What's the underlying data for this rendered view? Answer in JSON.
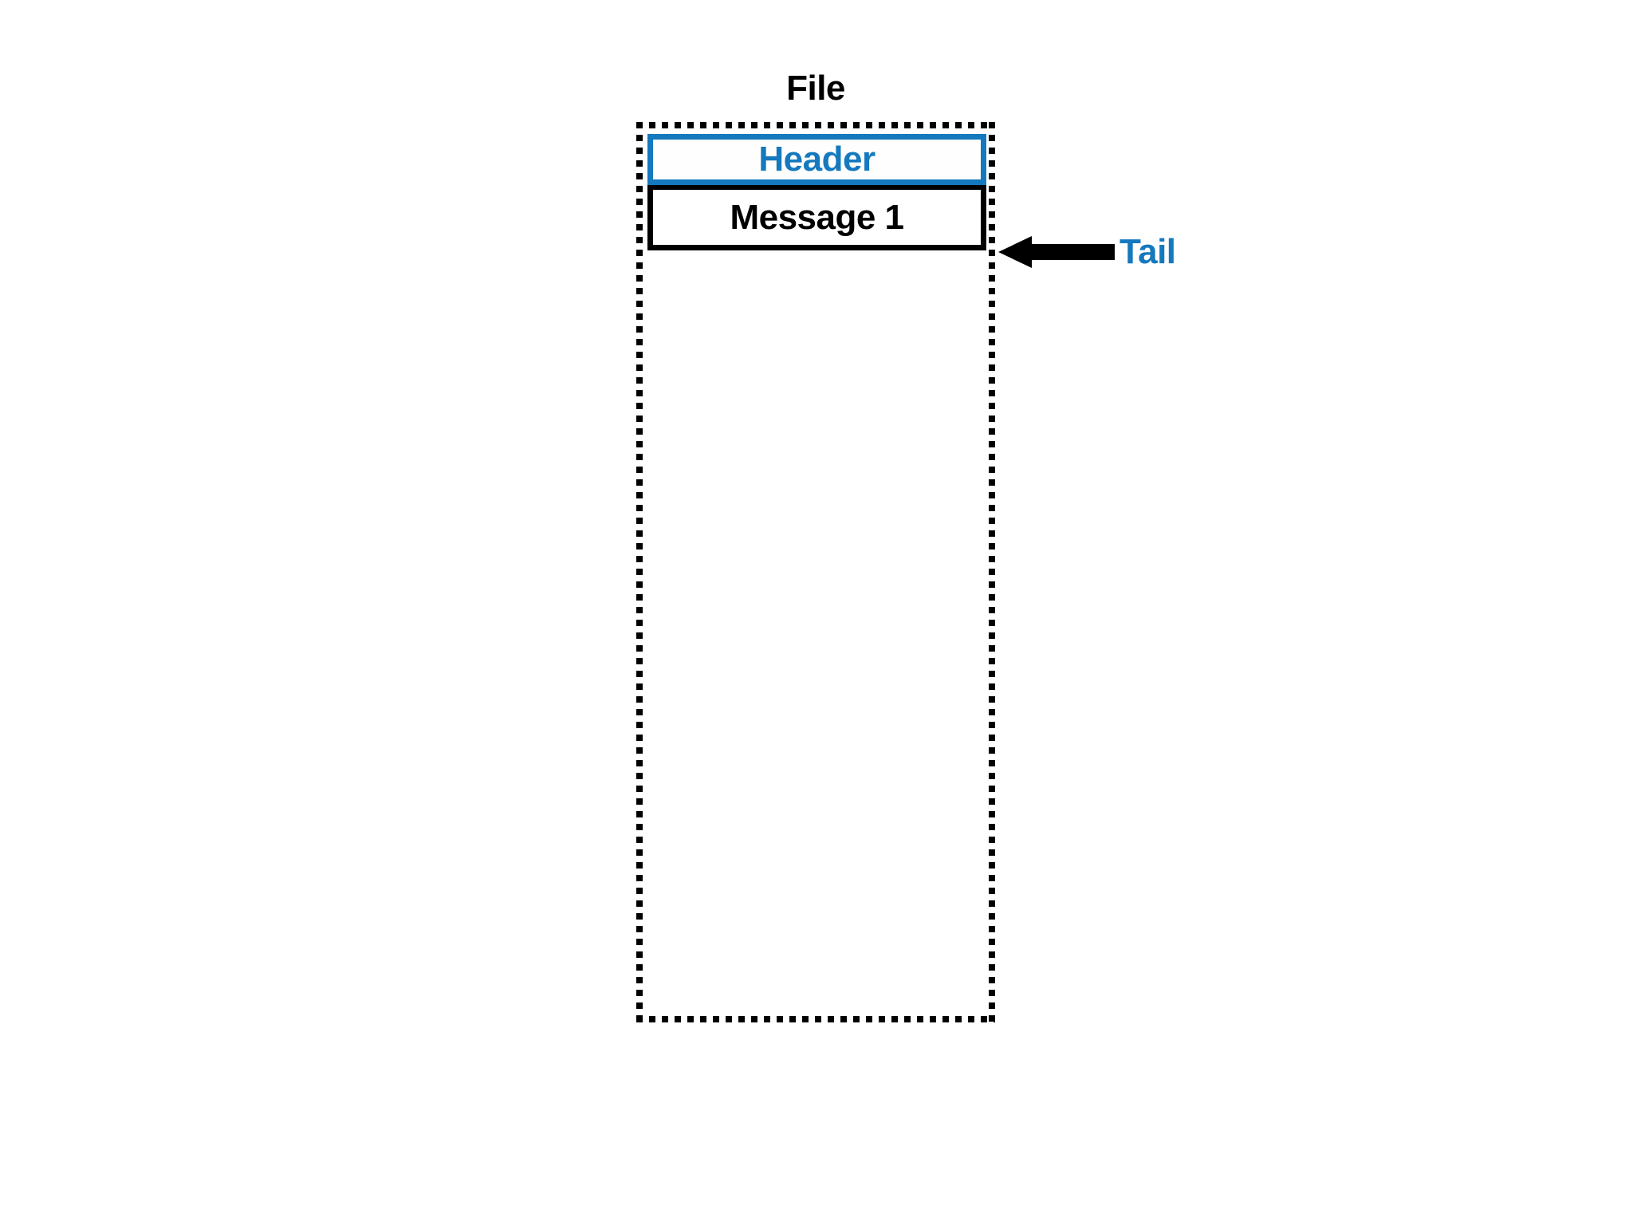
{
  "diagram": {
    "title": "File",
    "container": {
      "label": "File",
      "border_style": "dotted",
      "border_color": "#000000"
    },
    "records": [
      {
        "label": "Header",
        "kind": "header",
        "text_color": "#1479BE",
        "border_color": "#1479BE",
        "fill_color": "#FDFEFD"
      },
      {
        "label": "Message 1",
        "kind": "message",
        "text_color": "#000000",
        "border_color": "#000000",
        "fill_color": "#FFFFFF"
      }
    ],
    "annotations": [
      {
        "label": "Tail",
        "pointer": "left-arrow",
        "color": "#1479BE",
        "arrow_color": "#000000"
      }
    ],
    "colors": {
      "accent_blue": "#1479BE",
      "ink_black": "#000000",
      "page_white": "#FFFFFF"
    }
  }
}
